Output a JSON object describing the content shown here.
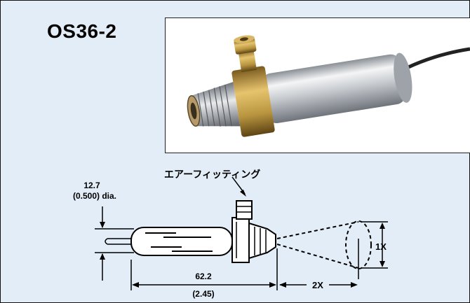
{
  "title": "OS36-2",
  "drawing": {
    "air_fitting_label": "エアーフィッティング",
    "diameter_value": "12.7",
    "diameter_imperial": "(0.500) dia.",
    "length_value": "62.2",
    "length_imperial": "(2.45)",
    "spot_distance_label": "2X",
    "spot_diameter_label": "1X"
  },
  "colors": {
    "panel_background": "#e3edf7",
    "line": "#000000",
    "brass": "#b8943f",
    "steel": "#c9ccd0"
  }
}
